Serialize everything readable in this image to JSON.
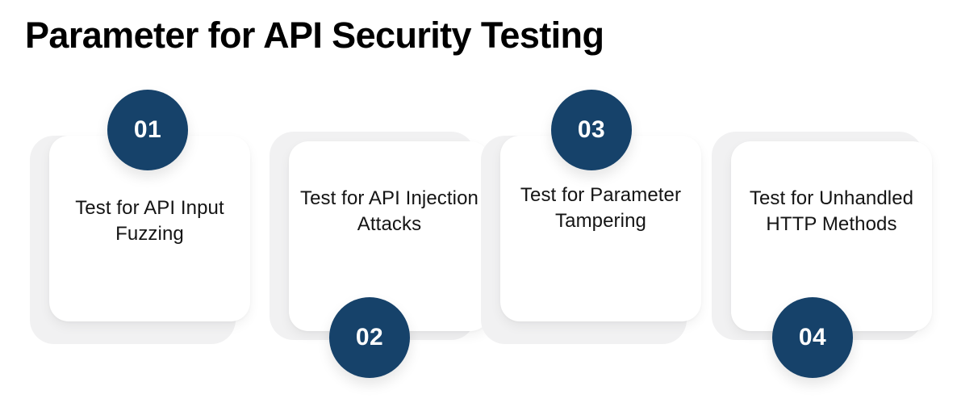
{
  "title": "Parameter for API Security Testing",
  "theme": {
    "badge_color": "#16426a",
    "card_color": "#ffffff",
    "backdrop_color": "#f1f1f2",
    "text_color": "#141414",
    "background": "#ffffff"
  },
  "steps": [
    {
      "number": "01",
      "label": "Test for API Input Fuzzing",
      "badge_position": "top"
    },
    {
      "number": "02",
      "label": "Test for API Injection Attacks",
      "badge_position": "bottom"
    },
    {
      "number": "03",
      "label": "Test for Parameter Tampering",
      "badge_position": "top"
    },
    {
      "number": "04",
      "label": "Test for Unhandled HTTP Methods",
      "badge_position": "bottom"
    }
  ]
}
